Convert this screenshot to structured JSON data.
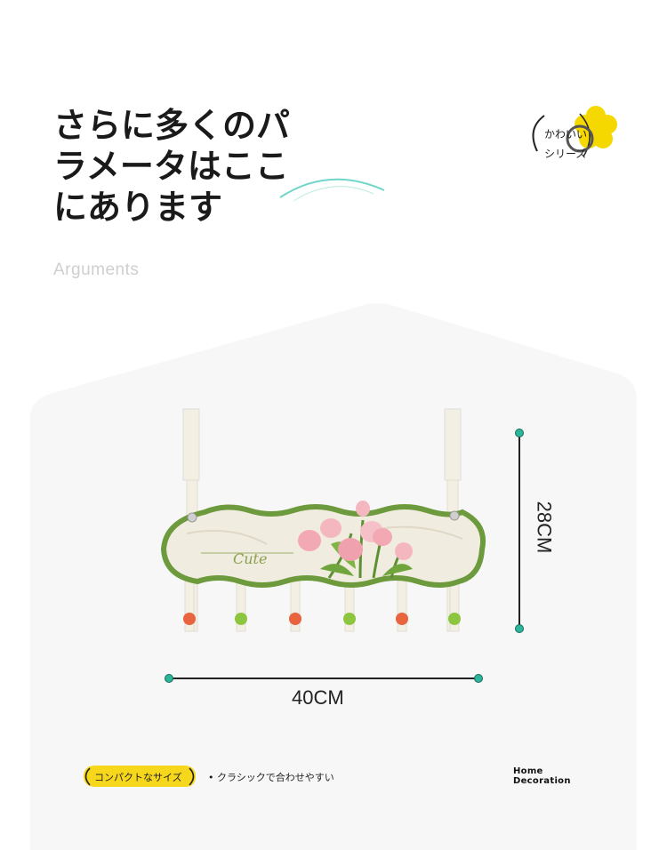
{
  "header": {
    "title_line1": "さらに多くのパ",
    "title_line2": "ラメータはここ",
    "title_line3": "にあります",
    "subtitle": "Arguments"
  },
  "badge": {
    "line1": "かわいい",
    "line2": "シリーズ",
    "flower_color": "#f5d800"
  },
  "product": {
    "script_text": "Cute",
    "hook_colors": [
      "#e8643f",
      "#8cc63e",
      "#e8643f",
      "#8cc63e",
      "#e8643f",
      "#8cc63e"
    ],
    "frame_color": "#6d9a3c"
  },
  "dimensions": {
    "width_label": "40CM",
    "height_label": "28CM",
    "marker_color": "#2bb59a"
  },
  "footer": {
    "tag_label": "コンパクトなサイズ",
    "bullet_text": "• クラシックで合わせやすい",
    "brand_line1": "Home",
    "brand_line2": "Decoration"
  }
}
